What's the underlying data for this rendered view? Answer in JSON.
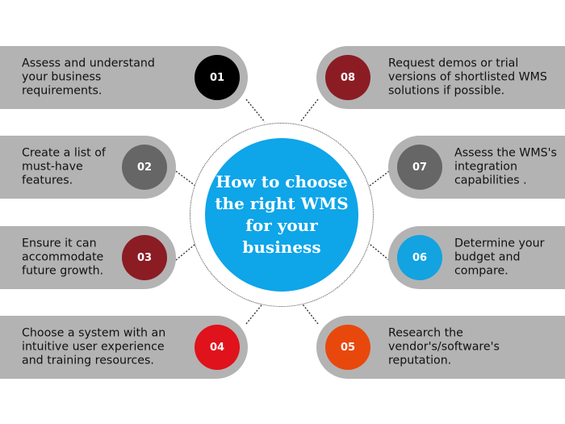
{
  "center": {
    "title": "How to choose\nthe right WMS\nfor your\nbusiness",
    "color": "#0ea5e9"
  },
  "steps": [
    {
      "number": "01",
      "text": "Assess and understand\nyour business\nrequirements.",
      "color": "#000000",
      "side": "left"
    },
    {
      "number": "02",
      "text": "Create a list of\nmust-have\nfeatures.",
      "color": "#666666",
      "side": "left"
    },
    {
      "number": "03",
      "text": "Ensure it can\naccommodate\nfuture growth.",
      "color": "#8b1c24",
      "side": "left"
    },
    {
      "number": "04",
      "text": "Choose a system with an\nintuitive user experience\nand training resources.",
      "color": "#e0121b",
      "side": "left"
    },
    {
      "number": "05",
      "text": "Research the\nvendor's/software's\nreputation.",
      "color": "#e8480c",
      "side": "right"
    },
    {
      "number": "06",
      "text": "Determine your\nbudget and\ncompare.",
      "color": "#12a3e0",
      "side": "right"
    },
    {
      "number": "07",
      "text": "Assess the WMS's\nintegration\ncapabilities .",
      "color": "#666666",
      "side": "right"
    },
    {
      "number": "08",
      "text": "Request demos or trial\nversions of shortlisted WMS\nsolutions if possible.",
      "color": "#8b1c24",
      "side": "right"
    }
  ],
  "pill_color": "#b3b3b3"
}
